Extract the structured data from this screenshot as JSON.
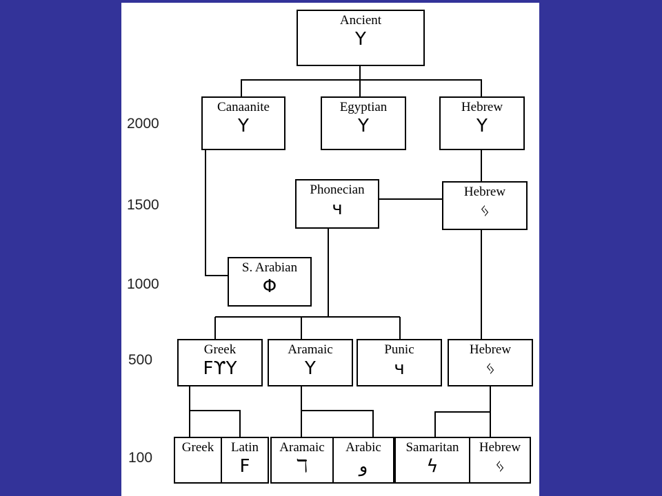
{
  "years": [
    "2000",
    "1500",
    "1000",
    "500",
    "100"
  ],
  "nodes": {
    "ancient": {
      "label": "Ancient",
      "glyph": "Y"
    },
    "canaanite": {
      "label": "Canaanite",
      "glyph": "Y"
    },
    "egyptian": {
      "label": "Egyptian",
      "glyph": "Y"
    },
    "hebrew_2000": {
      "label": "Hebrew",
      "glyph": "Y"
    },
    "phoenician": {
      "label": "Phonecian",
      "glyph": "ч"
    },
    "hebrew_1500": {
      "label": "Hebrew",
      "glyph": "ᛃ"
    },
    "s_arabian": {
      "label": "S. Arabian",
      "glyph": "Φ"
    },
    "greek_500": {
      "label": "Greek",
      "glyph": "FϒY"
    },
    "aramaic_500": {
      "label": "Aramaic",
      "glyph": "Y"
    },
    "punic": {
      "label": "Punic",
      "glyph": "ч"
    },
    "hebrew_500": {
      "label": "Hebrew",
      "glyph": "ᛃ"
    },
    "greek_100": {
      "label": "Greek",
      "glyph": ""
    },
    "latin": {
      "label": "Latin",
      "glyph": "F"
    },
    "aramaic_100": {
      "label": "Aramaic",
      "glyph": "ℸ"
    },
    "arabic": {
      "label": "Arabic",
      "glyph": "و"
    },
    "samaritan": {
      "label": "Samaritan",
      "glyph": "ϟ"
    },
    "hebrew_100": {
      "label": "Hebrew",
      "glyph": "ᛃ"
    }
  }
}
